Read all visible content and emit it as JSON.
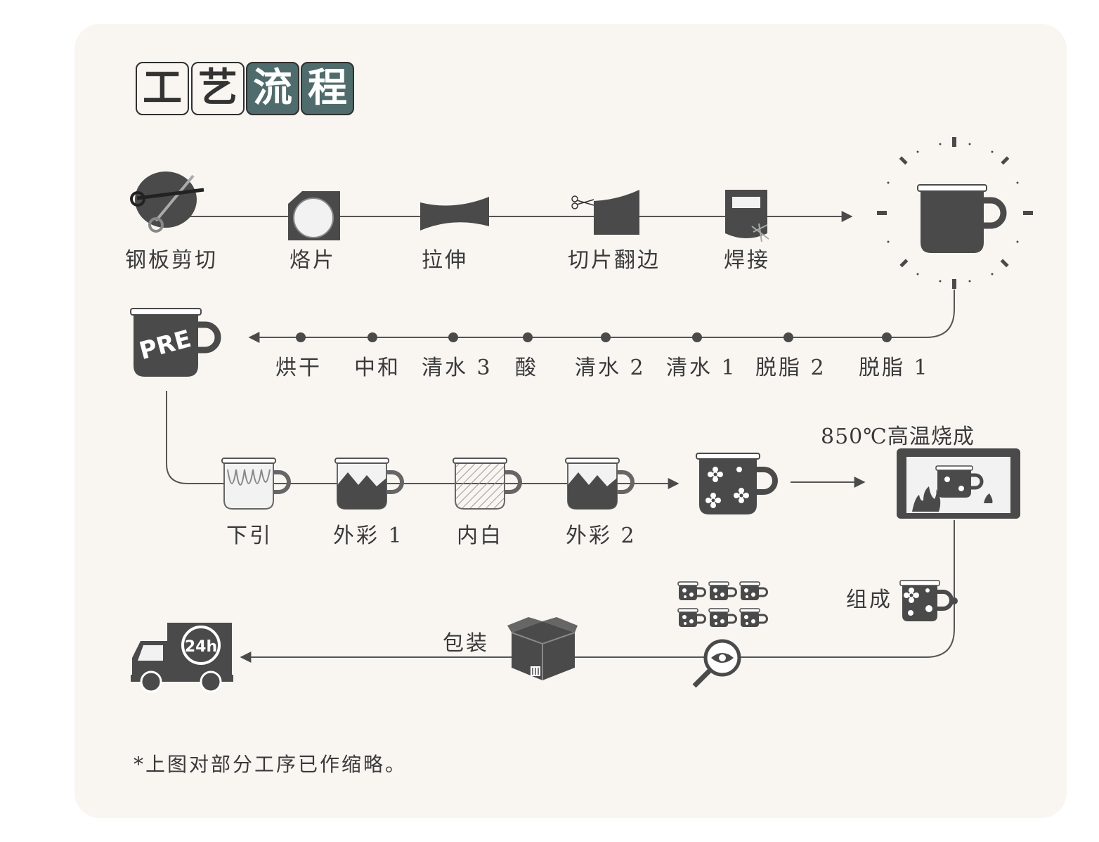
{
  "title": {
    "chars": [
      "工",
      "艺",
      "流",
      "程"
    ]
  },
  "row1": {
    "steps": [
      "钢板剪切",
      "烙片",
      "拉伸",
      "切片翻边",
      "焊接"
    ]
  },
  "row2": {
    "badge": "PRE",
    "steps": [
      "烘干",
      "中和",
      "清水 3",
      "酸",
      "清水 2",
      "清水 1",
      "脱脂 2",
      "脱脂 1"
    ]
  },
  "row3": {
    "steps": [
      "下引",
      "外彩 1",
      "内白",
      "外彩 2"
    ],
    "firing": "850℃高温烧成"
  },
  "row4": {
    "assemble": "组成",
    "pack": "包装",
    "truck_badge": "24h"
  },
  "footnote": "*上图对部分工序已作缩略。",
  "colors": {
    "background": "#f9f6f2",
    "dark": "#4a4a4a",
    "accent": "#4f6b6b",
    "line": "#555555"
  }
}
